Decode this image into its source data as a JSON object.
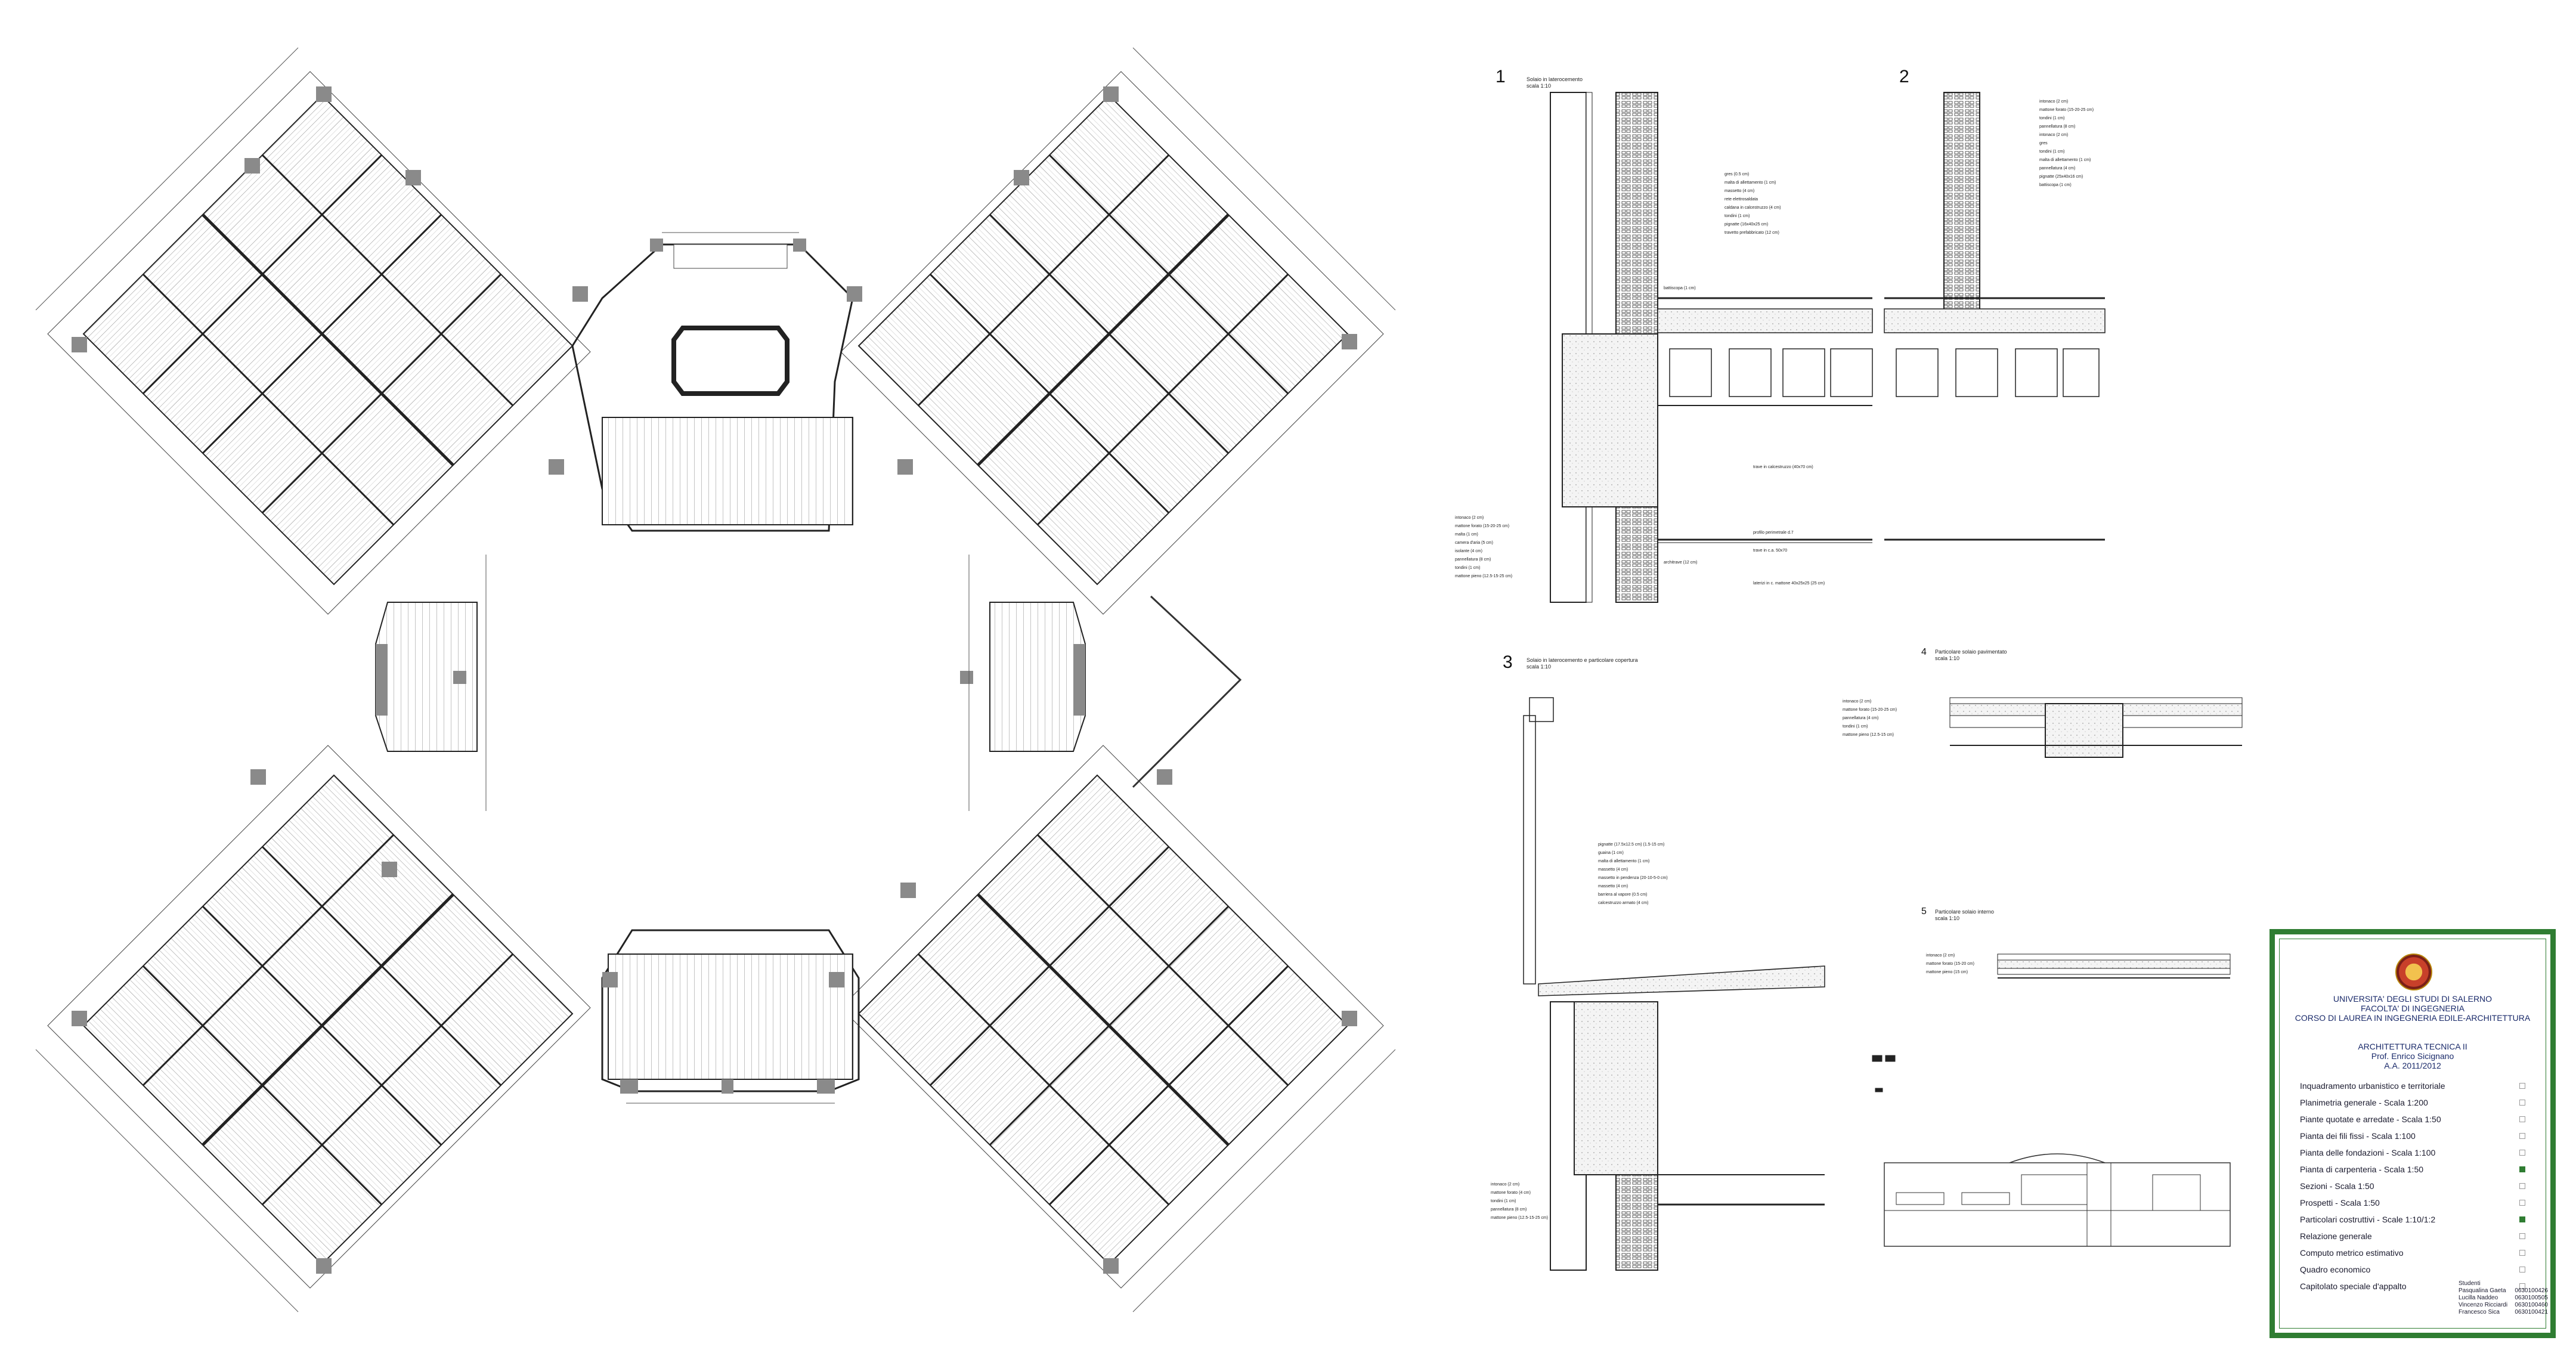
{
  "drawing": {
    "details": [
      {
        "number": "1",
        "title": "Solaio in laterocemento\nscala 1:10"
      },
      {
        "number": "2",
        "title": ""
      },
      {
        "number": "3",
        "title": "Solaio in laterocemento e particolare copertura\nscala 1:10"
      },
      {
        "number": "4",
        "title": "Particolare solaio pavimentato\nscala 1:10"
      },
      {
        "number": "5",
        "title": "Particolare solaio interno\nscala 1:10"
      }
    ],
    "annotations": {
      "detail1_left": [
        "intonaco (2 cm)",
        "mattone forato (15-20-25 cm)",
        "malta (1 cm)",
        "camera d'aria (5 cm)",
        "isolante (4 cm)",
        "pannellatura (8 cm)",
        "tondini (1 cm)",
        "mattone pieno (12.5-15-25 cm)"
      ],
      "detail1_right": [
        "gres (0.5 cm)",
        "malta di allettamento (1 cm)",
        "massetto (4 cm)",
        "rete elettrosaldata",
        "caldana in calcestruzzo (4 cm)",
        "tondini (1 cm)",
        "pignatte (16x40x25 cm)",
        "travetto prefabbricato (12 cm)"
      ],
      "detail1_other": [
        "battiscopa (1 cm)",
        "trave in calcestruzzo (40x70 cm)",
        "profilo perimetrale d.7",
        "trave in c.a. 50x70",
        "architrave (12 cm)",
        "laterizi in c. mattone 40x25x25 (25 cm)"
      ],
      "detail2": [
        "intonaco (2 cm)",
        "mattone forato (15-20-25 cm)",
        "tondini (1 cm)",
        "pannellatura (8 cm)",
        "intonaco (2 cm)",
        "gres",
        "tondini (1 cm)",
        "malta di allettamento (1 cm)",
        "pannellatura (4 cm)",
        "pignatte (25x40x16 cm)",
        "battiscopa (1 cm)"
      ],
      "detail3": [
        "pignatte (17.5x12.5 cm) (1.5-15 cm)",
        "guaina (1 cm)",
        "malta di allettamento (1 cm)",
        "massetto (4 cm)",
        "massetto in pendenza (20-10-5-0 cm)",
        "massetto (4 cm)",
        "barriera al vapore (0.5 cm)",
        "calcestruzzo armato (4 cm)",
        "intonaco (2 cm)",
        "mattone forato (4 cm)",
        "tondini (1 cm)",
        "pannellatura (8 cm)",
        "mattone pieno (12.5-15-25 cm)"
      ],
      "detail4": [
        "intonaco (2 cm)",
        "mattone forato (15-20-25 cm)",
        "pannellatura (4 cm)",
        "tondini (1 cm)",
        "mattone pieno (12.5-15 cm)"
      ],
      "detail5": [
        "intonaco (2 cm)",
        "mattone forato (15-20 cm)",
        "mattone pieno (15 cm)"
      ]
    }
  },
  "title_block": {
    "university": [
      "UNIVERSITA' DEGLI STUDI DI SALERNO",
      "FACOLTA' DI INGEGNERIA",
      "CORSO DI LAUREA IN INGEGNERIA EDILE-ARCHITETTURA"
    ],
    "course": [
      "ARCHITETTURA TECNICA II",
      "Prof. Enrico Sicignano",
      "A.A. 2011/2012"
    ],
    "sheets": [
      {
        "label": "Inquadramento urbanistico e territoriale",
        "checked": false
      },
      {
        "label": "Planimetria generale - Scala 1:200",
        "checked": false
      },
      {
        "label": "Piante quotate e arredate - Scala 1:50",
        "checked": false
      },
      {
        "label": "Pianta dei fili fissi - Scala 1:100",
        "checked": false
      },
      {
        "label": "Pianta delle fondazioni - Scala 1:100",
        "checked": false
      },
      {
        "label": "Pianta di carpenteria - Scala 1:50",
        "checked": true
      },
      {
        "label": "Sezioni - Scala 1:50",
        "checked": false
      },
      {
        "label": "Prospetti - Scala 1:50",
        "checked": false
      },
      {
        "label": "Particolari costruttivi - Scale 1:10/1:2",
        "checked": true
      },
      {
        "label": "Relazione generale",
        "checked": false
      },
      {
        "label": "Computo metrico estimativo",
        "checked": false
      },
      {
        "label": "Quadro economico",
        "checked": false
      },
      {
        "label": "Capitolato speciale d'appalto",
        "checked": false
      }
    ],
    "students_label": "Studenti",
    "students": [
      {
        "name": "Pasqualina Gaeta",
        "id": "0630100426"
      },
      {
        "name": "Lucilla Naddeo",
        "id": "0630100505"
      },
      {
        "name": "Vincenzo Ricciardi",
        "id": "0630100460"
      },
      {
        "name": "Francesco Sica",
        "id": "0630100421"
      }
    ]
  },
  "colors": {
    "frame": "#2f7d32",
    "text": "#1a2a6a",
    "line": "#222222",
    "fill": "#9a9a9a"
  }
}
